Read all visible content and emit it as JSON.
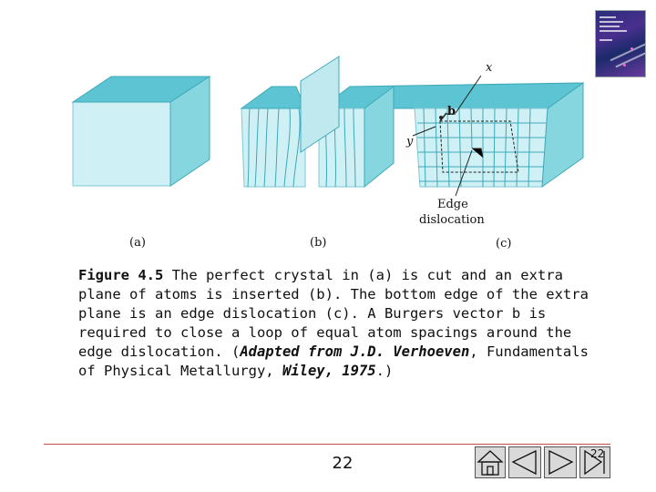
{
  "figure": {
    "panel_labels": [
      "(a)",
      "(b)",
      "(c)"
    ],
    "axis_x": "x",
    "axis_y": "y",
    "burgers_vector": "b",
    "edge_dislocation_label": [
      "Edge",
      "dislocation"
    ]
  },
  "caption": {
    "fig_number": "Figure 4.5",
    "text_part1": " The perfect crystal in (a) is cut and an extra plane of atoms is inserted (b). The bottom edge of the extra plane is an edge dislocation (c). A Burgers vector b is required to close a loop of equal atom spacings around the edge dislocation. (",
    "italic1": "Adapted from J.D. Verhoeven",
    "text_part2": ", Fundamentals of Physical Metallurgy, ",
    "italic2": "Wiley, 1975",
    "text_part3": ".)"
  },
  "footer": {
    "page_number": "22",
    "nav_number": "22"
  },
  "colors": {
    "crystal_front": "#cff0f4",
    "crystal_side": "#86d6e0",
    "crystal_top": "#5cc4d2",
    "accent_line": "#c0504d"
  },
  "icons": [
    "home-icon",
    "previous-icon",
    "next-icon",
    "end-icon"
  ]
}
